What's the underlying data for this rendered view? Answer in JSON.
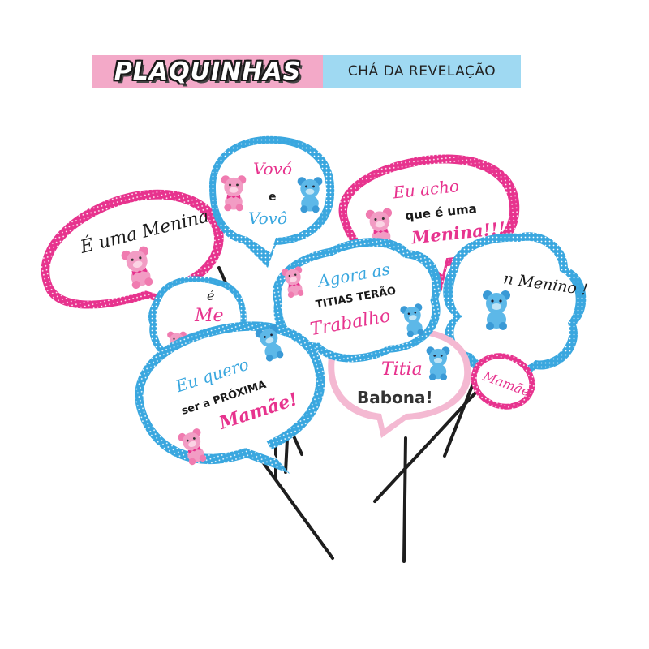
{
  "banner": {
    "title": "PLAQUINHAS",
    "subtitle": "CHÁ DA REVELAÇÃO"
  },
  "colors": {
    "pink": "#e7338e",
    "blue": "#3aa7df",
    "banner_pink": "#f3a9c8",
    "banner_blue": "#9fd9f2"
  },
  "signs": {
    "menina": {
      "line1": "É uma Menina !"
    },
    "vovo": {
      "line1": "Vovó",
      "line2": "e",
      "line3": "Vovô"
    },
    "eu_acho": {
      "line1": "Eu acho",
      "line2": "que é uma",
      "line3": "Menina!!!"
    },
    "menino": {
      "line1": "n Menino !"
    },
    "agora": {
      "line1": "Agora as",
      "line2": "TITIAS TERÃO",
      "line3": "Trabalho"
    },
    "titia": {
      "line1": "Titia",
      "line2": "Babona!"
    },
    "eu_quero": {
      "line1": "Eu quero",
      "line2": "ser a PRÓXIMA",
      "line3": "Mamãe!"
    },
    "mamae_side": {
      "line1": "Mamãe!"
    },
    "e_me": {
      "line1": "é",
      "line2": "Me"
    }
  }
}
